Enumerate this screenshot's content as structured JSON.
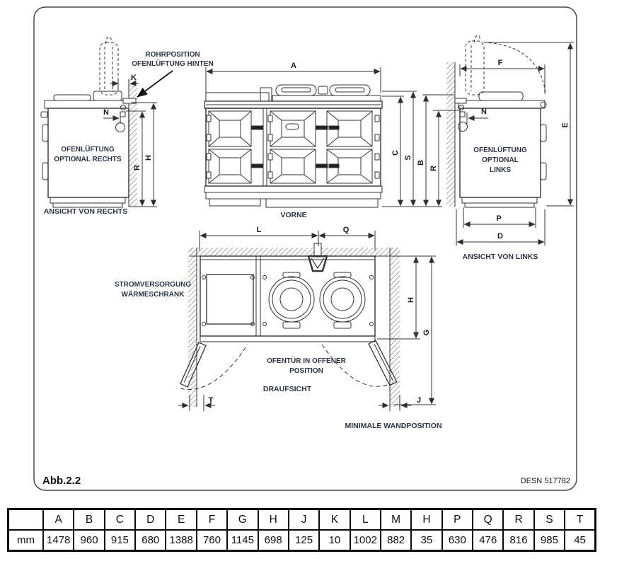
{
  "figure": {
    "caption": "Abb.2.2",
    "code": "DESN 517782"
  },
  "dims": {
    "a": "A",
    "b": "B",
    "c": "C",
    "d": "D",
    "e": "E",
    "f": "F",
    "g": "G",
    "h": "H",
    "j": "J",
    "k": "K",
    "l": "L",
    "n": "N",
    "p": "P",
    "q": "Q",
    "r": "R",
    "s": "S",
    "t": "T"
  },
  "labels": {
    "rohrposition_line1": "ROHRPOSITION",
    "rohrposition_line2": "OFENLÜFTUNG HINTEN",
    "right_note_line1": "OFENLÜFTUNG",
    "right_note_line2": "OPTIONAL RECHTS",
    "right_view_title": "ANSICHT VON RECHTS",
    "front_view_title": "VORNE",
    "left_note_line1": "OFENLÜFTUNG",
    "left_note_line2": "OPTIONAL",
    "left_note_line3": "LINKS",
    "left_view_title": "ANSICHT VON LINKS",
    "power_note_line1": "STROMVERSORGUNG",
    "power_note_line2": "WÄRMESCHRANK",
    "door_note_line1": "OFENTÜR IN OFFENER",
    "door_note_line2": "POSITION",
    "top_view_title": "DRAUFSICHT",
    "wall_note": "MINIMALE WANDPOSITION"
  },
  "table": {
    "unit": "mm",
    "headers": [
      "A",
      "B",
      "C",
      "D",
      "E",
      "F",
      "G",
      "H",
      "J",
      "K",
      "L",
      "M",
      "H",
      "P",
      "Q",
      "R",
      "S",
      "T"
    ],
    "values": [
      "1478",
      "960",
      "915",
      "680",
      "1388",
      "760",
      "1145",
      "698",
      "125",
      "10",
      "1002",
      "882",
      "35",
      "630",
      "476",
      "816",
      "985",
      "45"
    ]
  }
}
